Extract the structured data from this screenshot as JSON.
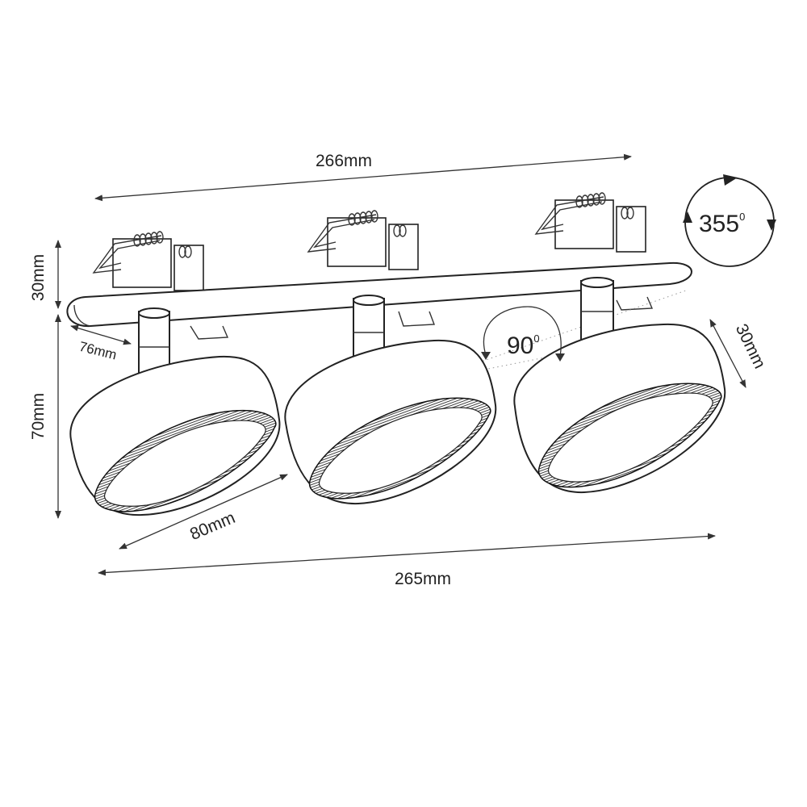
{
  "dimensions": {
    "top_length": "266mm",
    "bottom_length": "265mm",
    "mount_height": "30mm",
    "body_height": "70mm",
    "base_depth": "76mm",
    "lamp_diameter": "80mm",
    "lamp_thickness": "30mm"
  },
  "rotations": {
    "horizontal_value": "355",
    "horizontal_unit": "0",
    "tilt_value": "90",
    "tilt_unit": "0"
  }
}
